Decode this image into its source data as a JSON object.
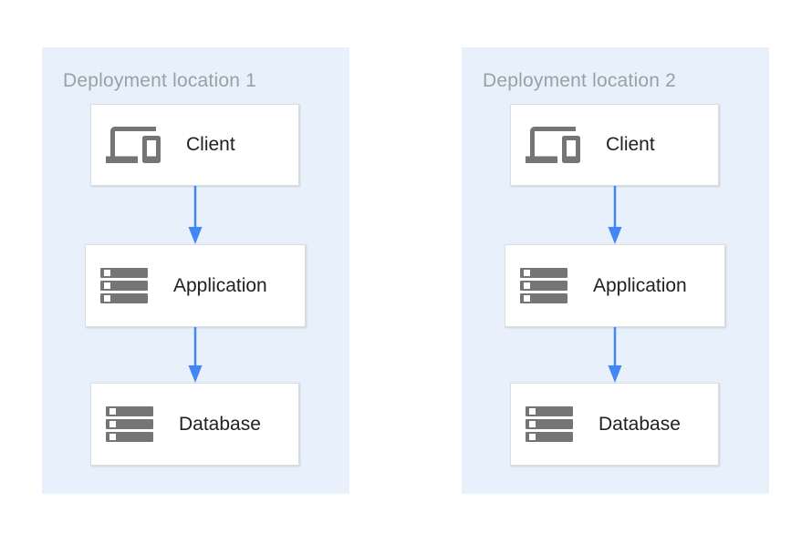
{
  "colors": {
    "panel_bg": "#e8f1fb",
    "box_border": "#dadce0",
    "icon_gray": "#757575",
    "label_color": "#202124",
    "title_color": "#9aa0a6",
    "arrow_blue": "#4285f4",
    "page_bg": "#ffffff"
  },
  "diagram": {
    "panels": [
      {
        "title": "Deployment location 1",
        "nodes": [
          {
            "label": "Client",
            "icon": "devices-icon"
          },
          {
            "label": "Application",
            "icon": "storage-icon"
          },
          {
            "label": "Database",
            "icon": "storage-icon"
          }
        ],
        "arrows": [
          {
            "from": "Client",
            "to": "Application"
          },
          {
            "from": "Application",
            "to": "Database"
          }
        ]
      },
      {
        "title": "Deployment location 2",
        "nodes": [
          {
            "label": "Client",
            "icon": "devices-icon"
          },
          {
            "label": "Application",
            "icon": "storage-icon"
          },
          {
            "label": "Database",
            "icon": "storage-icon"
          }
        ],
        "arrows": [
          {
            "from": "Client",
            "to": "Application"
          },
          {
            "from": "Application",
            "to": "Database"
          }
        ]
      }
    ]
  }
}
